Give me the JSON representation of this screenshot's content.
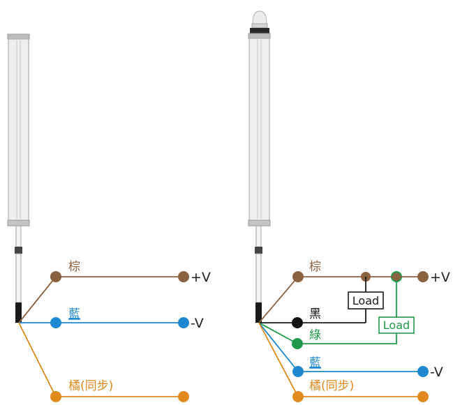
{
  "colors": {
    "brown": "#8B6240",
    "blue": "#1E88D0",
    "orange": "#E08A1E",
    "black": "#1a1a1a",
    "green": "#1E9A4A",
    "sensor_body": "#E6E6E6",
    "sensor_outline": "#B5B5B5"
  },
  "left_diagram": {
    "wires": [
      {
        "label": "棕",
        "terminal": "+V",
        "color": "brown"
      },
      {
        "label": "藍",
        "terminal": "-V",
        "color": "blue"
      },
      {
        "label": "橘(同步)",
        "terminal": "",
        "color": "orange"
      }
    ]
  },
  "right_diagram": {
    "wires": [
      {
        "label": "棕",
        "terminal": "+V",
        "color": "brown"
      },
      {
        "label": "黑",
        "terminal": "",
        "color": "black"
      },
      {
        "label": "綠",
        "terminal": "",
        "color": "green"
      },
      {
        "label": "藍",
        "terminal": "-V",
        "color": "blue"
      },
      {
        "label": "橘(同步)",
        "terminal": "",
        "color": "orange"
      }
    ],
    "loads": [
      {
        "label": "Load",
        "color": "black"
      },
      {
        "label": "Load",
        "color": "green"
      }
    ]
  }
}
